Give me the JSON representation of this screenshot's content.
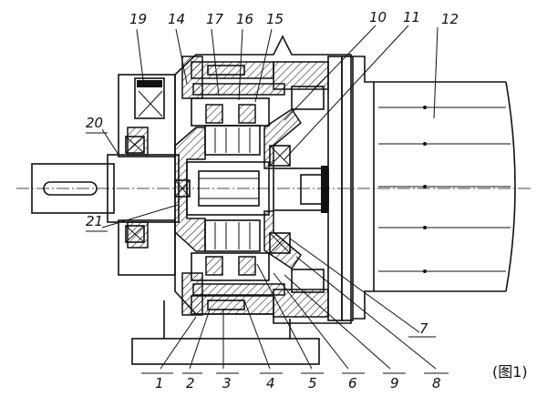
{
  "figure": {
    "caption": "(图1)",
    "part_labels": {
      "p1": "1",
      "p2": "2",
      "p3": "3",
      "p4": "4",
      "p5": "5",
      "p6": "6",
      "p7": "7",
      "p8": "8",
      "p9": "9",
      "p10": "10",
      "p11": "11",
      "p12": "12",
      "p14": "14",
      "p15": "15",
      "p16": "16",
      "p17": "17",
      "p19": "19",
      "p20": "20",
      "p21": "21"
    }
  }
}
